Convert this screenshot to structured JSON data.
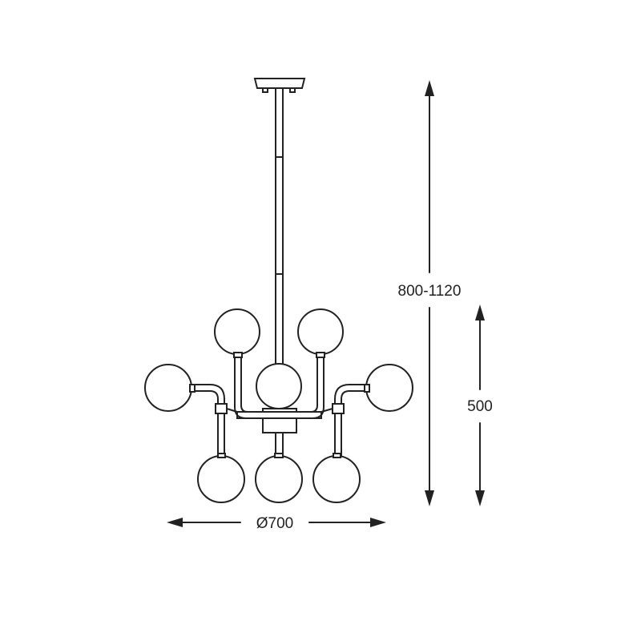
{
  "dimensions": {
    "overall_height": "800-1120",
    "body_height": "500",
    "diameter": "Ø700"
  },
  "colors": {
    "line": "#222222",
    "background": "#ffffff"
  }
}
